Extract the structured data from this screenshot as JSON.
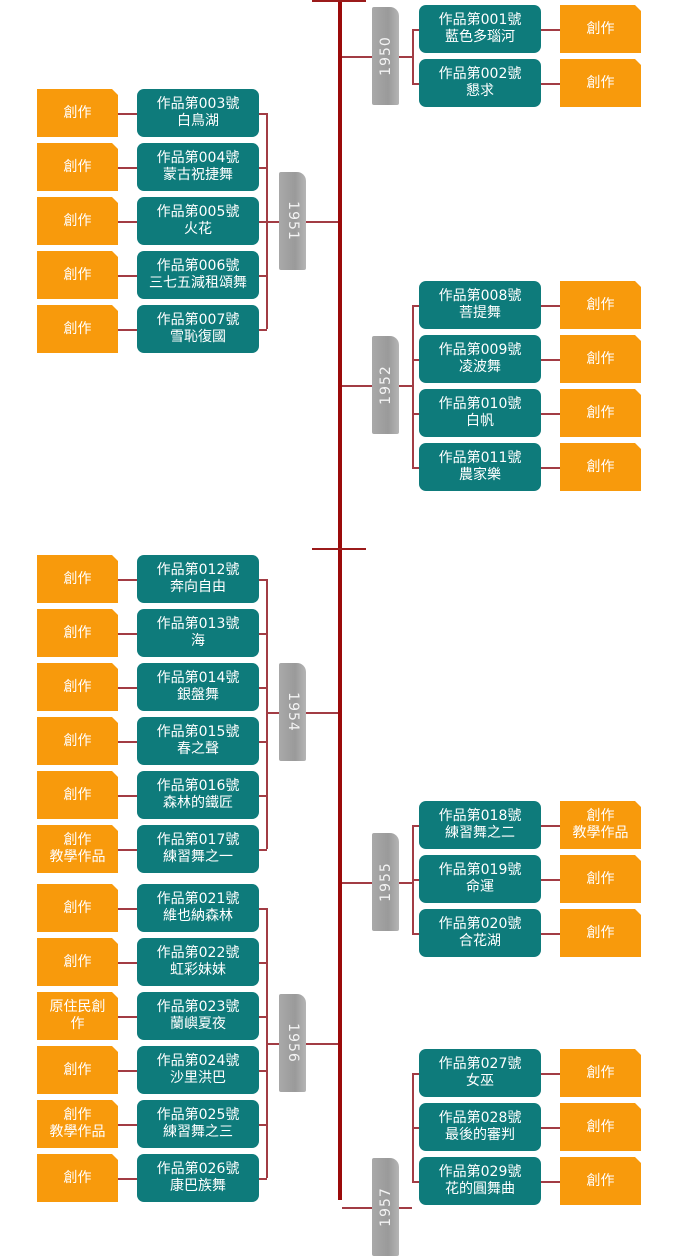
{
  "title": "作品年表",
  "colors": {
    "spine": "#9b0a0a",
    "connector": "#a23c44",
    "work_box": "#0e7b7b",
    "category_box": "#f89a0c",
    "year_box": "#a9a9a9"
  },
  "groups": [
    {
      "year": "1950",
      "side": "right",
      "works": [
        {
          "number": "作品第001號",
          "title": "藍色多瑙河",
          "category": [
            "創作"
          ]
        },
        {
          "number": "作品第002號",
          "title": "懇求",
          "category": [
            "創作"
          ]
        }
      ]
    },
    {
      "year": "1951",
      "side": "left",
      "works": [
        {
          "number": "作品第003號",
          "title": "白鳥湖",
          "category": [
            "創作"
          ]
        },
        {
          "number": "作品第004號",
          "title": "蒙古祝捷舞",
          "category": [
            "創作"
          ]
        },
        {
          "number": "作品第005號",
          "title": "火花",
          "category": [
            "創作"
          ]
        },
        {
          "number": "作品第006號",
          "title": "三七五減租頌舞",
          "category": [
            "創作"
          ]
        },
        {
          "number": "作品第007號",
          "title": "雪恥復國",
          "category": [
            "創作"
          ]
        }
      ]
    },
    {
      "year": "1952",
      "side": "right",
      "works": [
        {
          "number": "作品第008號",
          "title": "菩提舞",
          "category": [
            "創作"
          ]
        },
        {
          "number": "作品第009號",
          "title": "凌波舞",
          "category": [
            "創作"
          ]
        },
        {
          "number": "作品第010號",
          "title": "白帆",
          "category": [
            "創作"
          ]
        },
        {
          "number": "作品第011號",
          "title": "農家樂",
          "category": [
            "創作"
          ]
        }
      ]
    },
    {
      "year": "1954",
      "side": "left",
      "works": [
        {
          "number": "作品第012號",
          "title": "奔向自由",
          "category": [
            "創作"
          ]
        },
        {
          "number": "作品第013號",
          "title": "海",
          "category": [
            "創作"
          ]
        },
        {
          "number": "作品第014號",
          "title": "銀盤舞",
          "category": [
            "創作"
          ]
        },
        {
          "number": "作品第015號",
          "title": "春之聲",
          "category": [
            "創作"
          ]
        },
        {
          "number": "作品第016號",
          "title": "森林的鐵匠",
          "category": [
            "創作"
          ]
        },
        {
          "number": "作品第017號",
          "title": "練習舞之一",
          "category": [
            "創作",
            "教學作品"
          ]
        }
      ]
    },
    {
      "year": "1955",
      "side": "right",
      "works": [
        {
          "number": "作品第018號",
          "title": "練習舞之二",
          "category": [
            "創作",
            "教學作品"
          ]
        },
        {
          "number": "作品第019號",
          "title": "命運",
          "category": [
            "創作"
          ]
        },
        {
          "number": "作品第020號",
          "title": "合花湖",
          "category": [
            "創作"
          ]
        }
      ]
    },
    {
      "year": "1956",
      "side": "left",
      "works": [
        {
          "number": "作品第021號",
          "title": "維也納森林",
          "category": [
            "創作"
          ]
        },
        {
          "number": "作品第022號",
          "title": "虹彩妹妹",
          "category": [
            "創作"
          ]
        },
        {
          "number": "作品第023號",
          "title": "蘭嶼夏夜",
          "category": [
            "原住民創",
            "作"
          ]
        },
        {
          "number": "作品第024號",
          "title": "沙里洪巴",
          "category": [
            "創作"
          ]
        },
        {
          "number": "作品第025號",
          "title": "練習舞之三",
          "category": [
            "創作",
            "教學作品"
          ]
        },
        {
          "number": "作品第026號",
          "title": "康巴族舞",
          "category": [
            "創作"
          ]
        }
      ]
    },
    {
      "year": "1957",
      "side": "right",
      "works": [
        {
          "number": "作品第027號",
          "title": "女巫",
          "category": [
            "創作"
          ]
        },
        {
          "number": "作品第028號",
          "title": "最後的審判",
          "category": [
            "創作"
          ]
        },
        {
          "number": "作品第029號",
          "title": "花的圓舞曲",
          "category": [
            "創作"
          ]
        }
      ]
    }
  ]
}
